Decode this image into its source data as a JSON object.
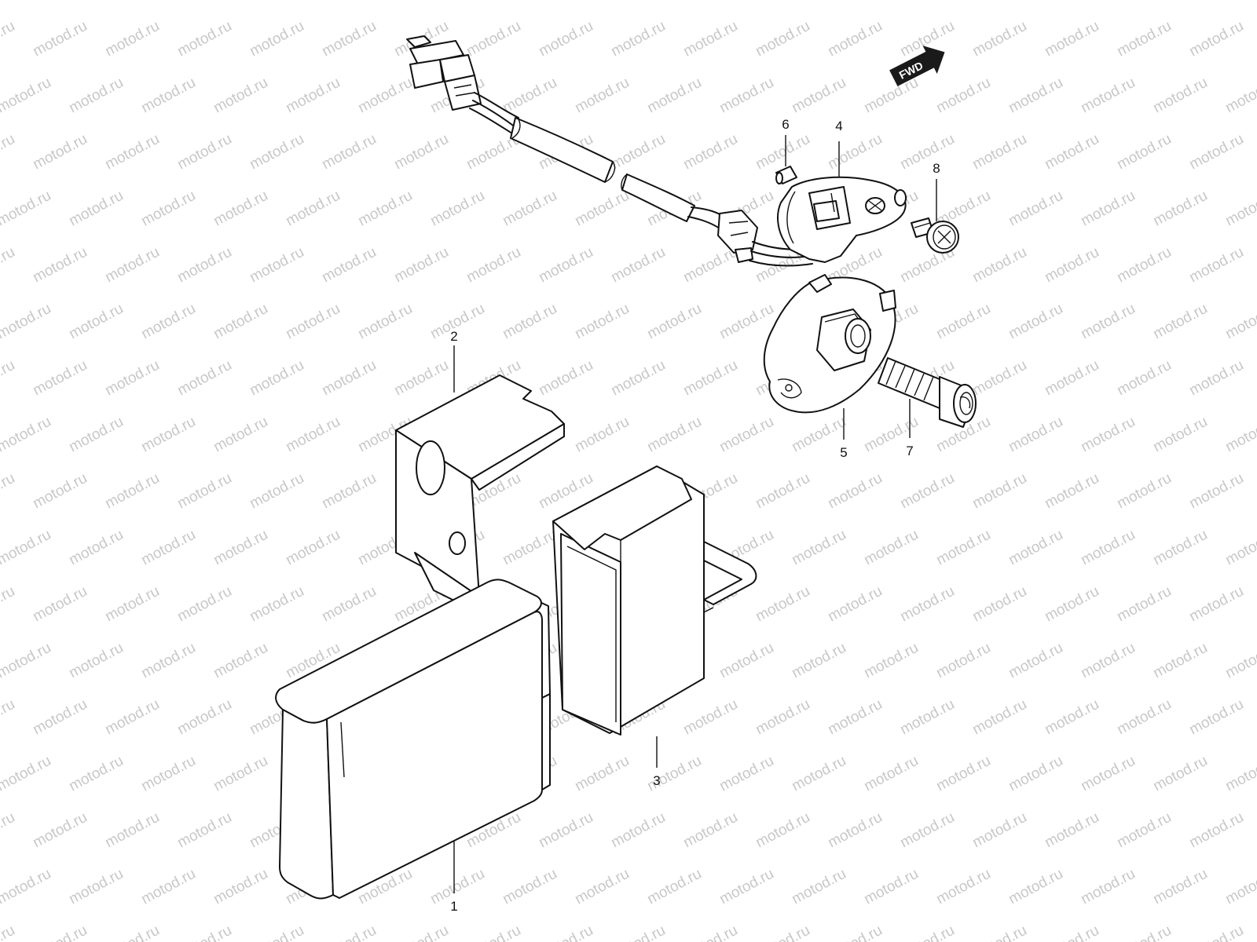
{
  "watermark": {
    "text": "motod.ru",
    "color": "#c8c8c8"
  },
  "direction_badge": {
    "text": "FWD"
  },
  "callouts": [
    {
      "id": "1",
      "label": "1"
    },
    {
      "id": "2",
      "label": "2"
    },
    {
      "id": "3",
      "label": "3"
    },
    {
      "id": "4",
      "label": "4"
    },
    {
      "id": "5",
      "label": "5"
    },
    {
      "id": "6",
      "label": "6"
    },
    {
      "id": "7",
      "label": "7"
    },
    {
      "id": "8",
      "label": "8"
    }
  ],
  "colors": {
    "line": "#111111",
    "background": "#ffffff"
  }
}
